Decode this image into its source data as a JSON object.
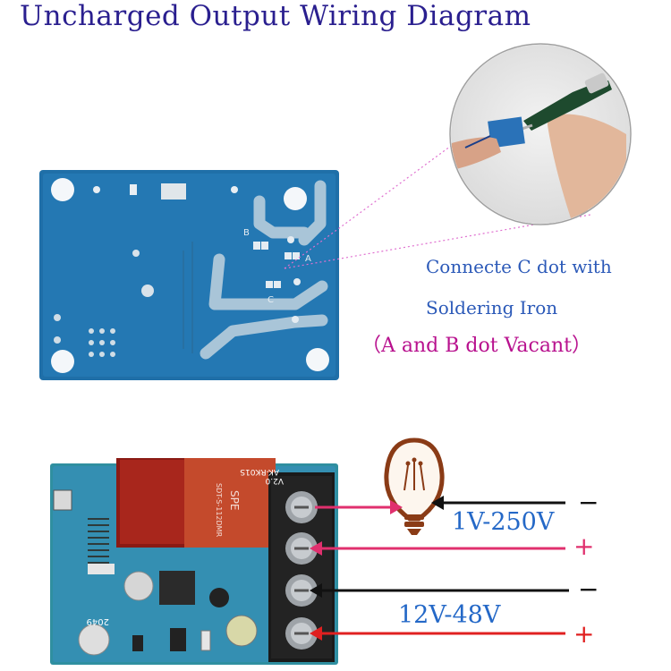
{
  "title": "Uncharged Output Wiring Diagram",
  "note": {
    "line1": "Connecte C dot with",
    "line2": "Soldering Iron",
    "line3": "（A and B dot Vacant）"
  },
  "pads": {
    "a": "A",
    "b": "B",
    "c": "C"
  },
  "load_terminals": {
    "voltage": "1V-250V",
    "minus": "−",
    "plus": "+"
  },
  "supply_terminals": {
    "voltage": "12V-48V",
    "minus": "−",
    "plus": "+"
  },
  "board_text": {
    "relay_brand": "SPE",
    "relay_model": "SDT-S-112DMR",
    "module_code": "AK-RK01S",
    "version": "V2.0",
    "batch": "2049"
  },
  "colors": {
    "title": "#2a1f8f",
    "note_text": "#2b59b8",
    "note_vacant": "#b8118e",
    "voltage_text": "#2468c7",
    "pcb": "#1f6fa8",
    "pcb_green": "#2f8fa0",
    "load_wire": "#e0306e",
    "neutral_wire": "#111111",
    "supply_plus_wire": "#e02020",
    "bulb": "#8a3b16",
    "callout_line": "#e070d0"
  },
  "icons": [
    "light-bulb-icon",
    "soldering-iron-photo",
    "screw-terminal-icon"
  ]
}
